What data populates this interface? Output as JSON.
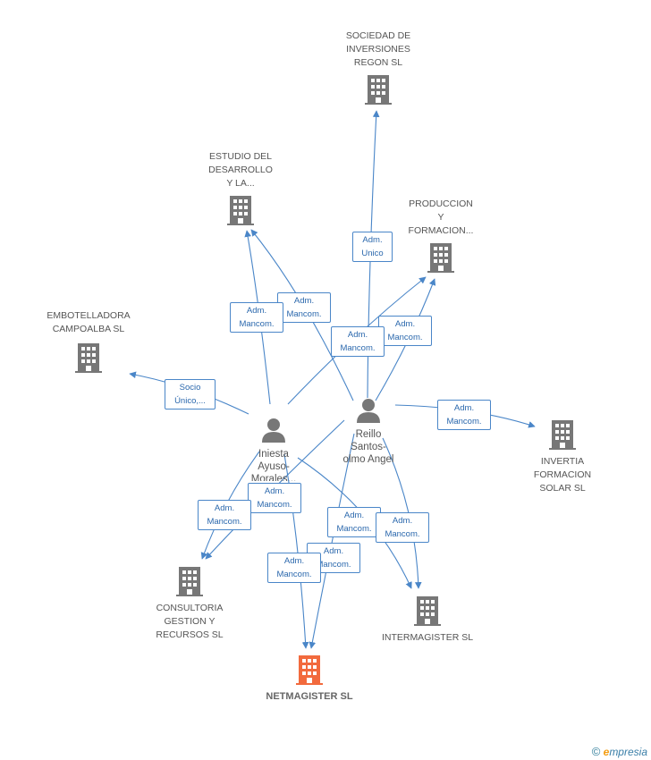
{
  "colors": {
    "company": "#777777",
    "focus_company": "#f26a3d",
    "person": "#777777",
    "edge": "#4a86c8",
    "relation_text": "#2b68ad"
  },
  "companies": {
    "sociedad_inversiones_regon": {
      "label": "SOCIEDAD DE\nINVERSIONES\nREGON SL",
      "icon": "building-icon"
    },
    "estudio_desarrollo": {
      "label": "ESTUDIO DEL\nDESARROLLO\nY LA...",
      "icon": "building-icon"
    },
    "produccion_formacion": {
      "label": "PRODUCCION\nY\nFORMACION...",
      "icon": "building-icon"
    },
    "embotelladora_campoalba": {
      "label": "EMBOTELLADORA\nCAMPOALBA SL",
      "icon": "building-icon"
    },
    "invertia_formacion_solar": {
      "label": "INVERTIA\nFORMACION\nSOLAR SL",
      "icon": "building-icon"
    },
    "consultoria_gestion": {
      "label": "CONSULTORIA\nGESTION Y\nRECURSOS SL",
      "icon": "building-icon"
    },
    "intermagister": {
      "label": "INTERMAGISTER SL",
      "icon": "building-icon"
    },
    "netmagister": {
      "label": "NETMAGISTER SL",
      "icon": "building-icon"
    }
  },
  "people": {
    "reillo": {
      "label": "Reillo\nSantos-\nolmo Angel",
      "icon": "person-icon"
    },
    "iniesta": {
      "label": "Iniesta\nAyuso-\nMorales...",
      "icon": "person-icon"
    }
  },
  "relations": {
    "r1": "Adm.\nUnico",
    "r2": "Adm.\nMancom.",
    "r3": "Adm.\nMancom.",
    "r4": "Adm.\nMancom.",
    "r5": "Adm.\nMancom.",
    "r6": "Socio\nÚnico,...",
    "r7": "Adm.\nMancom.",
    "r8": "Adm.\nMancom.",
    "r9": "Adm.\nMancom.",
    "r10": "Adm.\nMancom.",
    "r11": "Adm.\nMancom.",
    "r12": "Adm.\nMancom.",
    "r13": "Adm.\nMancom."
  },
  "footer": {
    "copyright": "©",
    "brand_e": "e",
    "brand_rest": "mpresia"
  }
}
